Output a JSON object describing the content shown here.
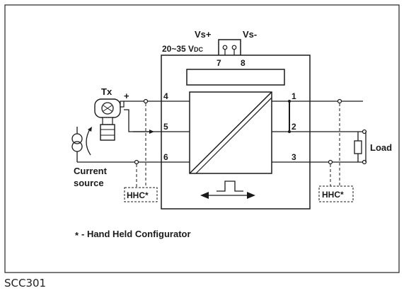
{
  "diagram": {
    "supply": {
      "plus": "Vs+",
      "minus": "Vs-",
      "range": "20~35 V",
      "range_suffix": "DC",
      "pin_plus": "7",
      "pin_minus": "8"
    },
    "left_terminals": [
      "4",
      "5",
      "6"
    ],
    "right_terminals": [
      "1",
      "2",
      "3"
    ],
    "tx_label": "Tx",
    "tx_polarity": "+",
    "current_source_line1": "Current",
    "current_source_line2": "source",
    "hhc_left": "HHC*",
    "hhc_right": "HHC*",
    "load_label": "Load",
    "footnote_star": "*",
    "footnote_text": "- Hand Held Configurator"
  },
  "caption": "SCC301",
  "colors": {
    "line": "#1a1a1a",
    "border": "#222222",
    "background": "#ffffff"
  }
}
